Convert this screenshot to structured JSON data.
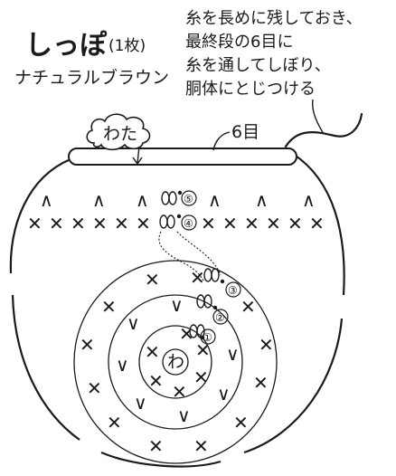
{
  "title": "しっぽ",
  "title_count": "(1枚)",
  "subtitle": "ナチュラルブラウン",
  "instruction_lines": [
    "糸を長めに残しておき、",
    "最終段の6目に",
    "糸を通してしぼり、",
    "胴体にとじつける"
  ],
  "labels": {
    "stuffing": "わた",
    "six_stitches": "6目",
    "magic_ring": "わ"
  },
  "round_numbers": [
    "①",
    "②",
    "③",
    "④",
    "⑤"
  ],
  "symbols": {
    "single_crochet": "✕",
    "decrease": "∧",
    "increase": "∨",
    "chain": "0"
  }
}
